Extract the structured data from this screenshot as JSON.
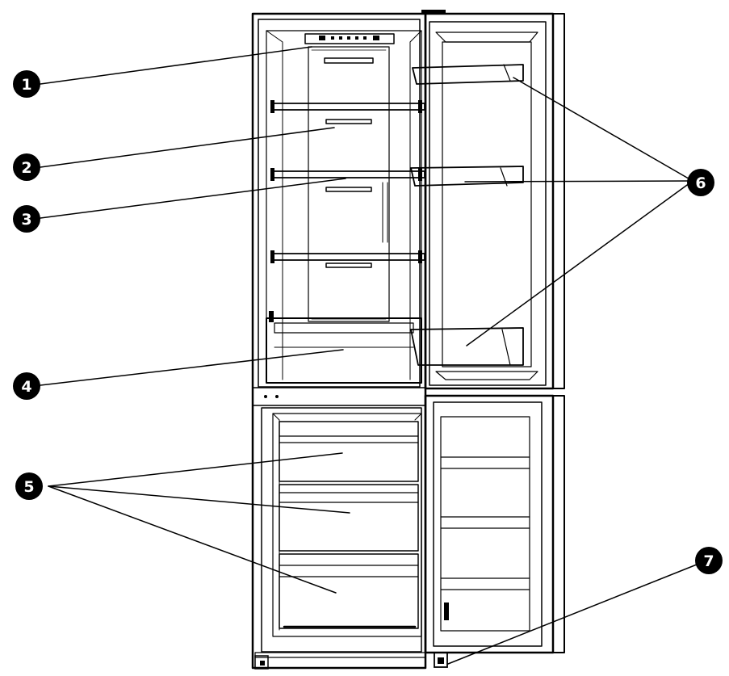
{
  "callouts": [
    {
      "id": "1",
      "label": "1"
    },
    {
      "id": "2",
      "label": "2"
    },
    {
      "id": "3",
      "label": "3"
    },
    {
      "id": "4",
      "label": "4"
    },
    {
      "id": "5",
      "label": "5"
    },
    {
      "id": "6",
      "label": "6"
    },
    {
      "id": "7",
      "label": "7"
    }
  ],
  "colors": {
    "line": "#000000",
    "background": "#ffffff",
    "callout_fill": "#000000",
    "callout_text": "#ffffff"
  }
}
